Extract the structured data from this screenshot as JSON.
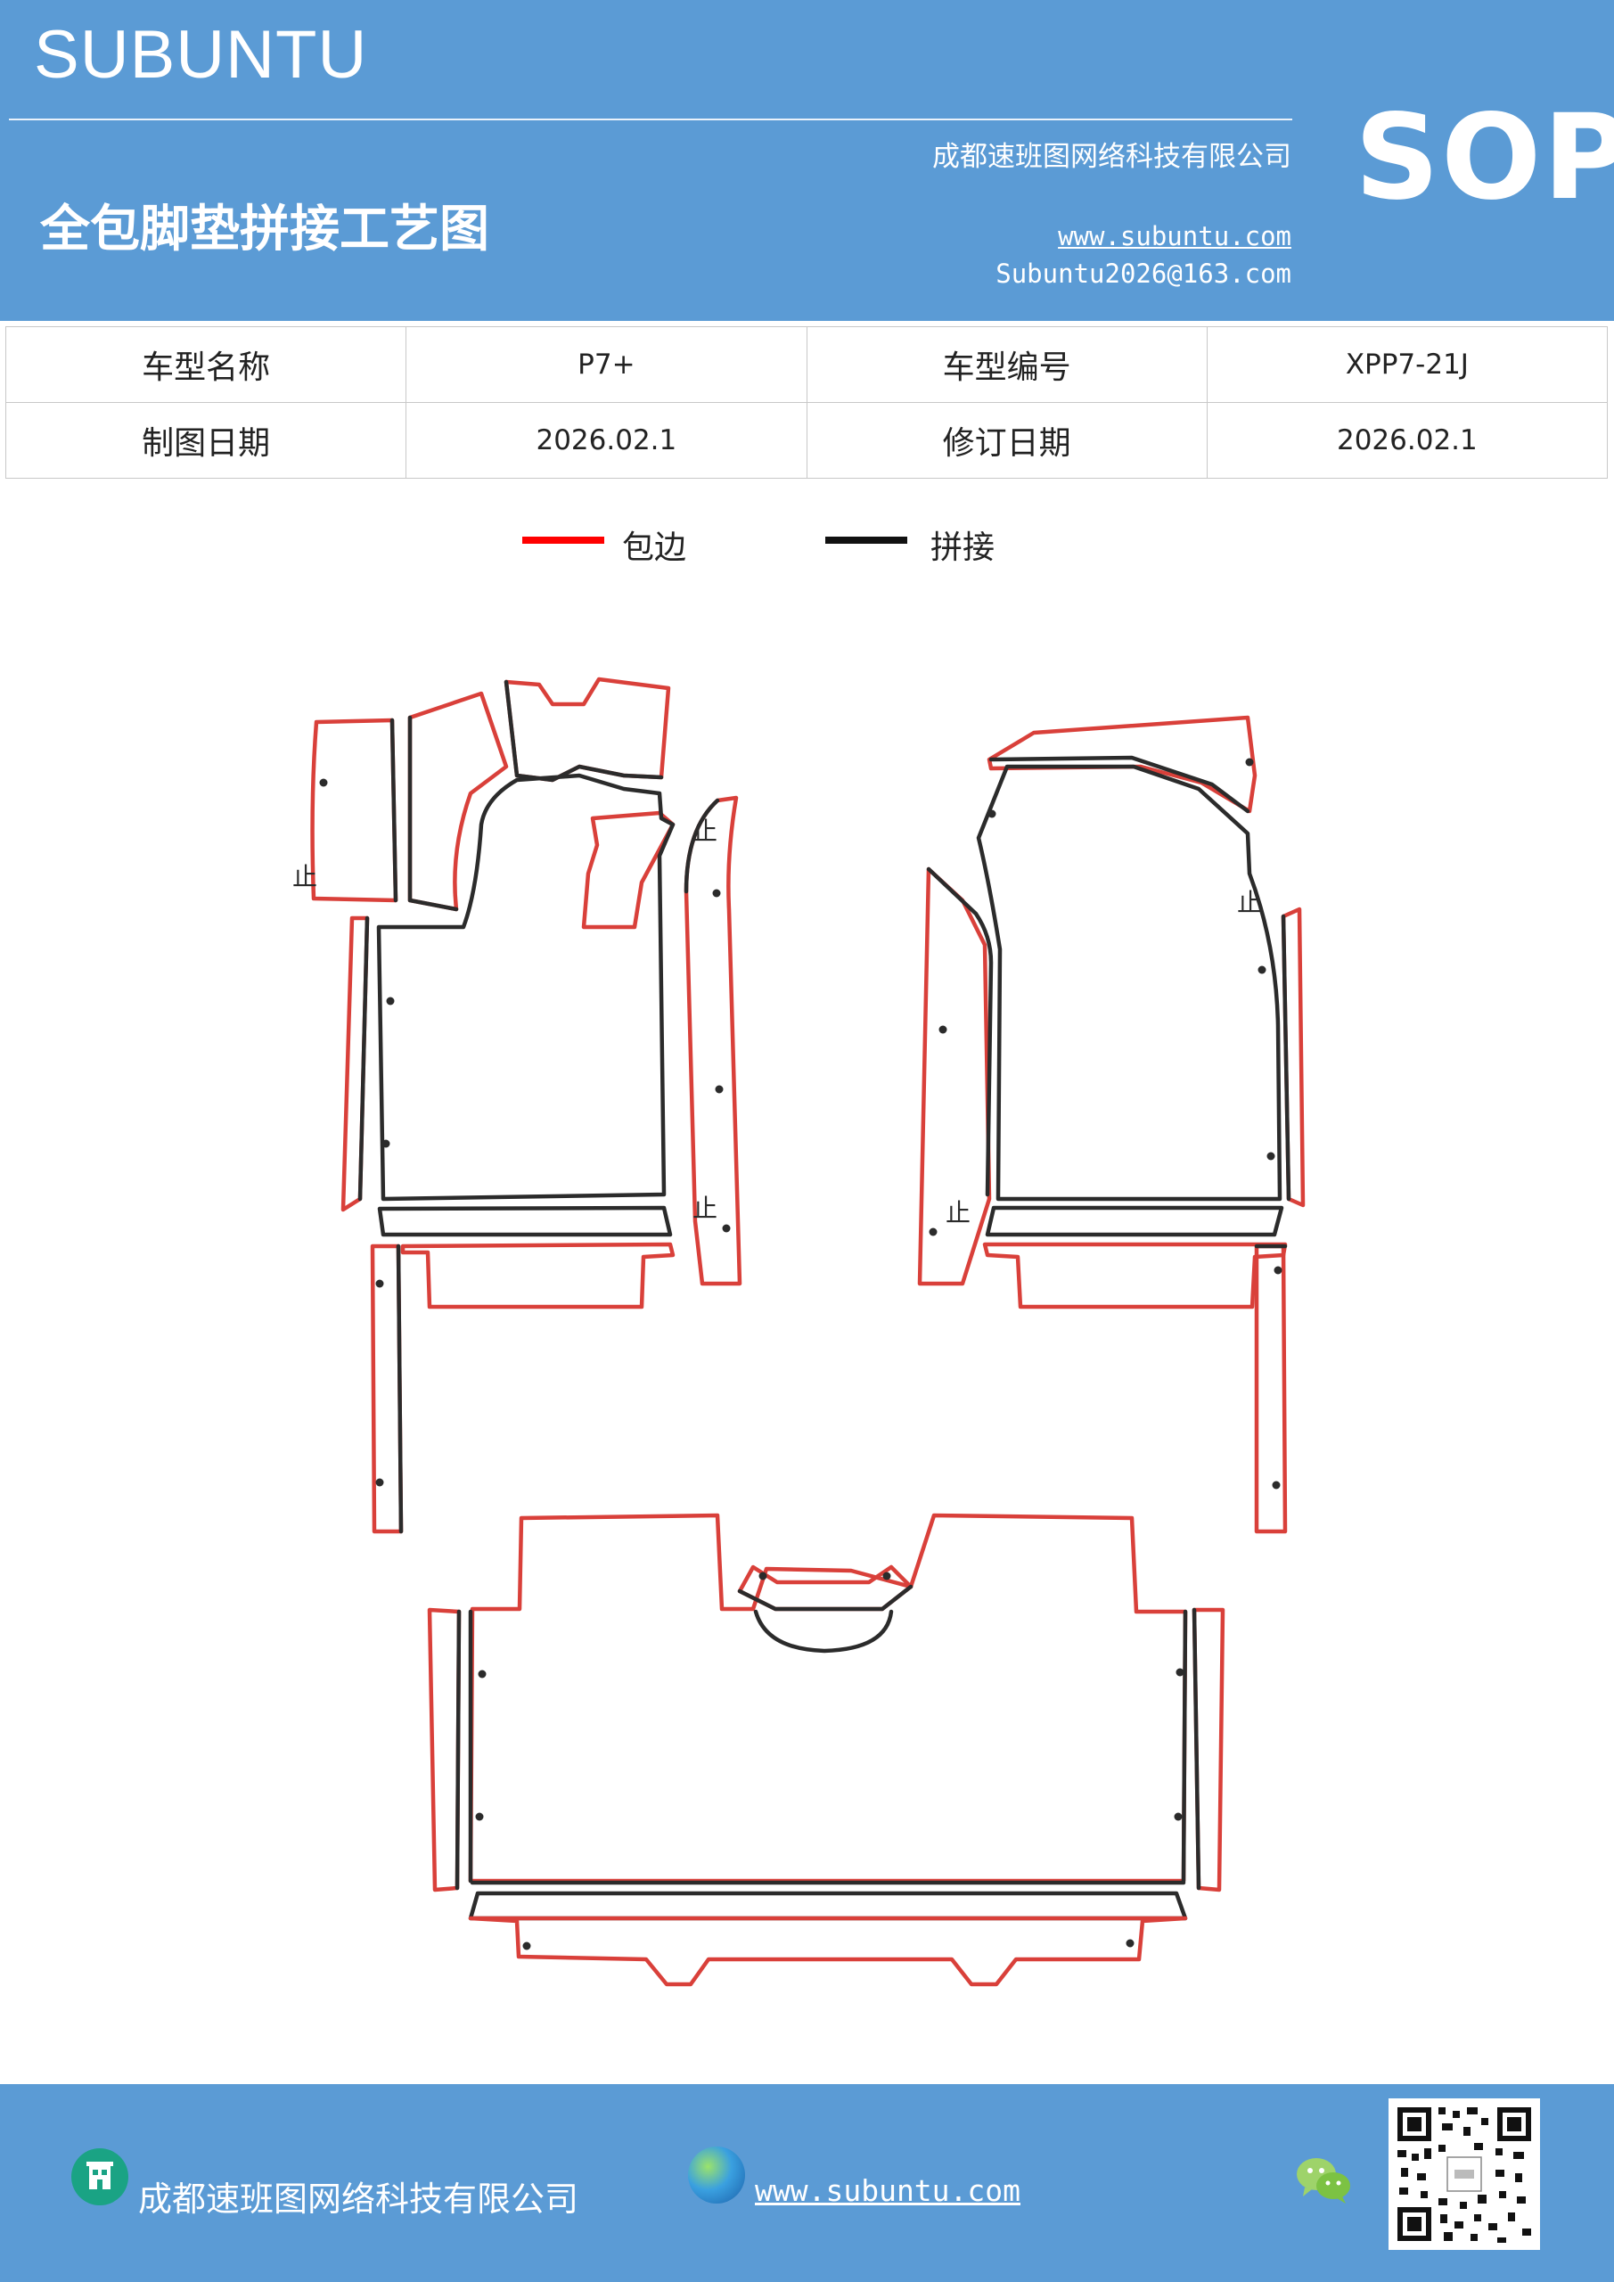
{
  "header": {
    "brand": "SUBUNTU",
    "company": "成都速班图网络科技有限公司",
    "doc_title": "全包脚垫拼接工艺图",
    "website": "www.subuntu.com",
    "email": "Subuntu2026@163.com",
    "badge": "SOP"
  },
  "info": {
    "model_name_label": "车型名称",
    "model_name": "P7+",
    "model_code_label": "车型编号",
    "model_code": "XPP7-21J",
    "draw_date_label": "制图日期",
    "draw_date": "2026.02.1",
    "revise_date_label": "修订日期",
    "revise_date": "2026.02.1"
  },
  "legend": {
    "edge_label": "包边",
    "edge_color": "#ff0000",
    "join_label": "拼接",
    "join_color": "#111111"
  },
  "diagram": {
    "edge_color": "#d9403a",
    "join_color": "#2b2b2b",
    "markers": [
      "止",
      "止",
      "止",
      "止",
      "止"
    ]
  },
  "footer": {
    "company": "成都速班图网络科技有限公司",
    "website": "www.subuntu.com",
    "company_icon": "building-icon",
    "web_icon": "globe-icon",
    "social_icon": "wechat-icon"
  }
}
